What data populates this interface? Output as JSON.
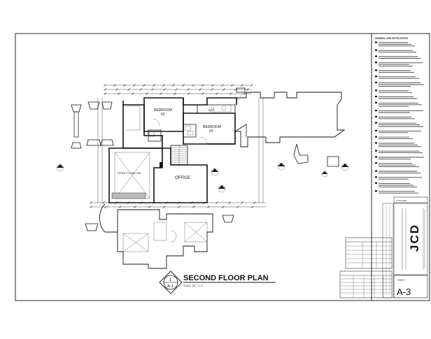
{
  "drawing": {
    "title": "SECOND FLOOR PLAN",
    "scale": "SCALE: 1/8\" = 1'-0\"",
    "detail_number": "1",
    "sheet_ref": "A-3"
  },
  "rooms": {
    "bedroom2": {
      "name": "BEDROOM",
      "number": "#2"
    },
    "bedroom3": {
      "name": "BEDROOM",
      "number": "#3"
    },
    "bath": "BATH",
    "office": "OFFICE",
    "open_to_below": "OPEN TO BELOW"
  },
  "notes": {
    "heading": "GENERAL AND KEYED NOTES",
    "count": 26
  },
  "title_block": {
    "title_name_label": "TITLE NAME",
    "firm_initials": "JCD",
    "sheet_label": "SHEET",
    "sheet_number": "A-3"
  },
  "colors": {
    "ink": "#111111",
    "paper": "#ffffff",
    "hatch": "#bbbbbb"
  }
}
